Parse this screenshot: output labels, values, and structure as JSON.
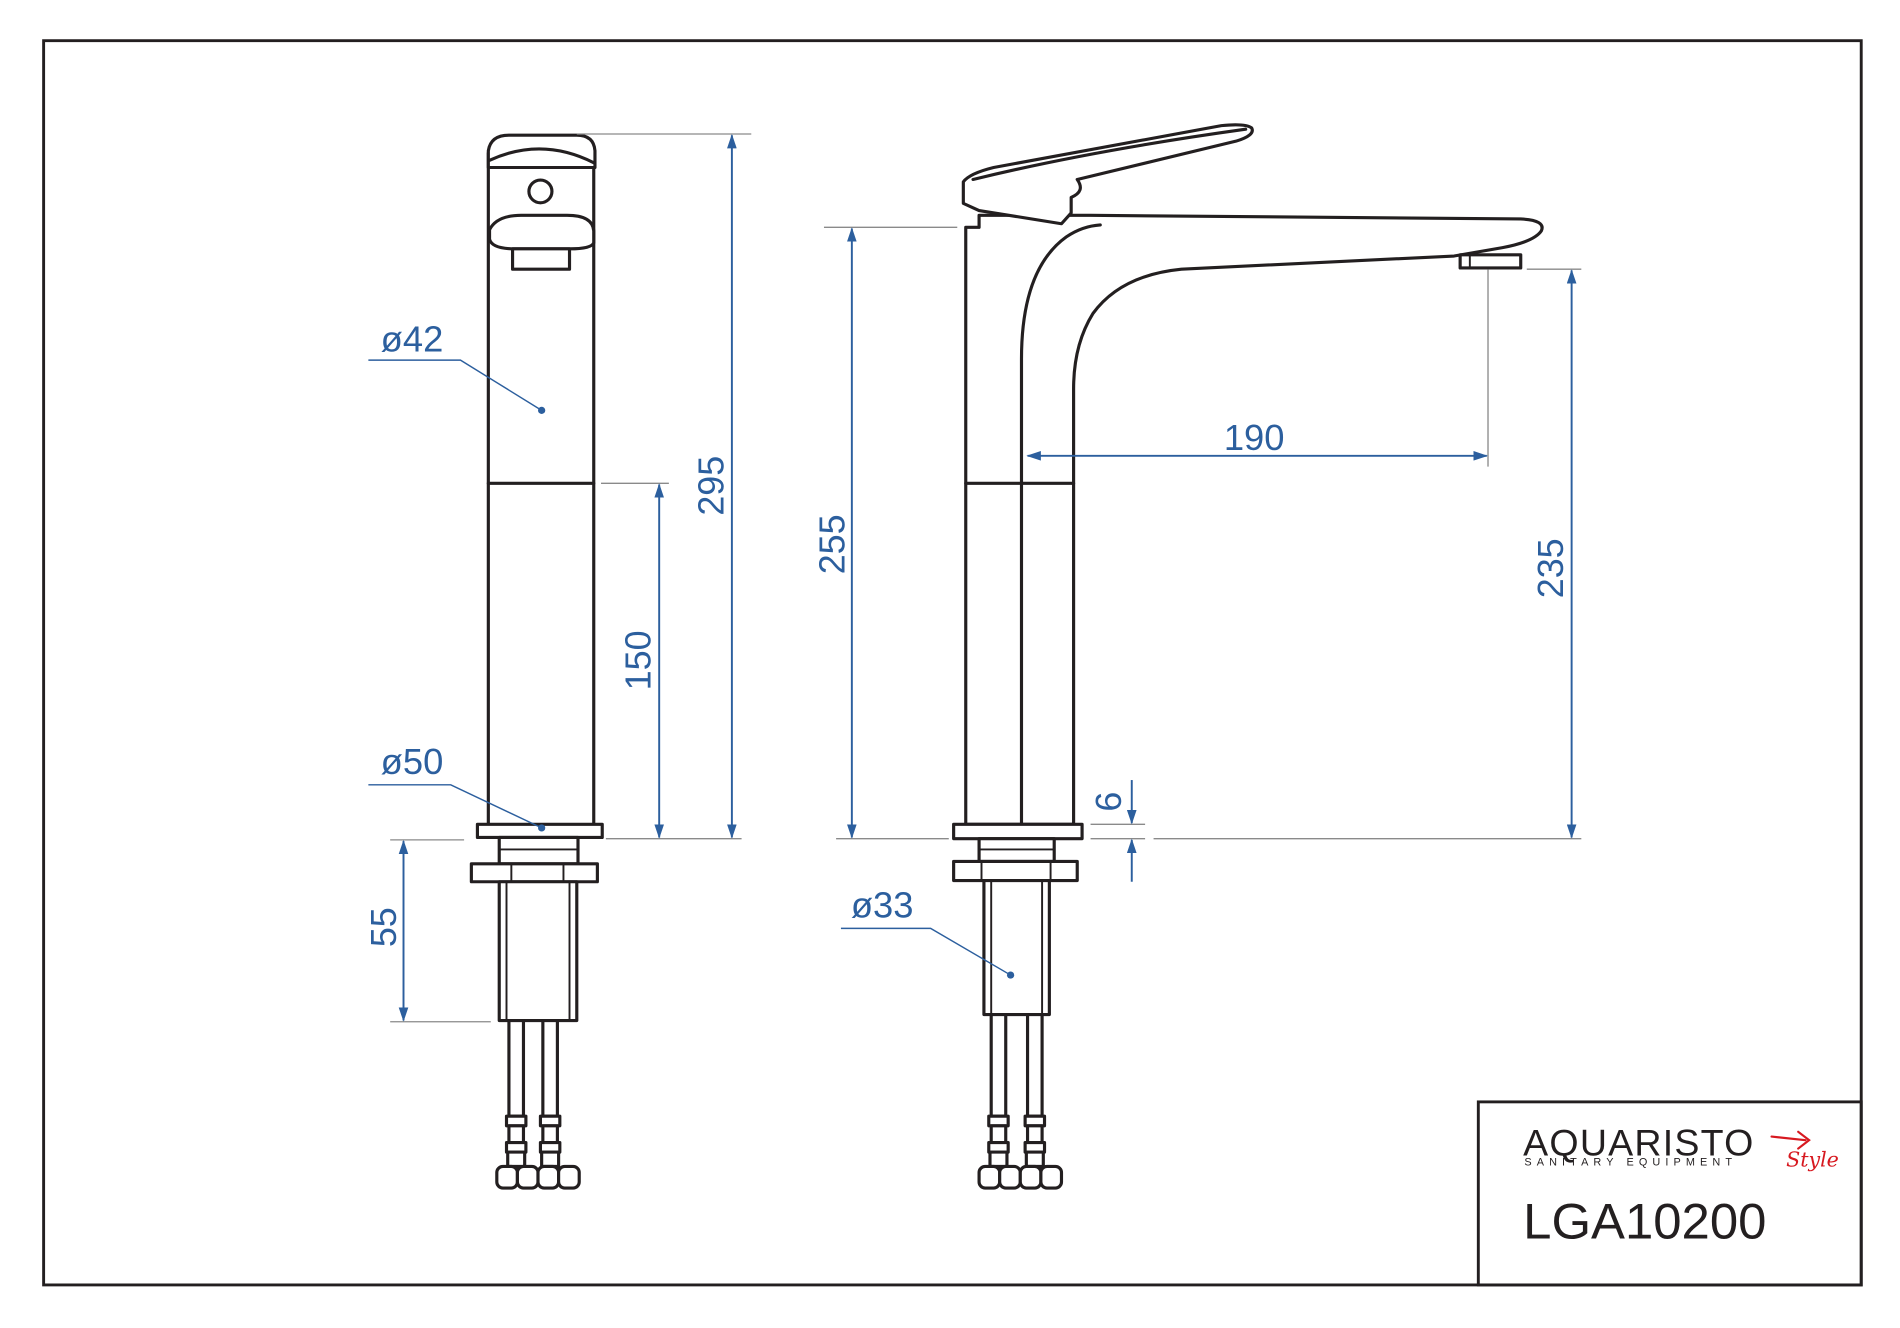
{
  "front_view": {
    "dimensions": {
      "handle_diameter": "ø42",
      "total_height": "295",
      "body_height": "150",
      "base_diameter": "ø50",
      "shank_length": "55"
    }
  },
  "side_view": {
    "dimensions": {
      "spout_height": "255",
      "spout_reach": "190",
      "outlet_height": "235",
      "base_thickness": "6",
      "shank_diameter": "ø33"
    }
  },
  "title_block": {
    "brand": "AQUARISTO",
    "tagline": "SANITARY EQUIPMENT",
    "brand_script": "Style",
    "product_code": "LGA10200"
  },
  "colors": {
    "outline": "#231f20",
    "dimension": "#2c5f9e",
    "extension": "#8a8a8a",
    "brand_accent": "#d71920"
  }
}
